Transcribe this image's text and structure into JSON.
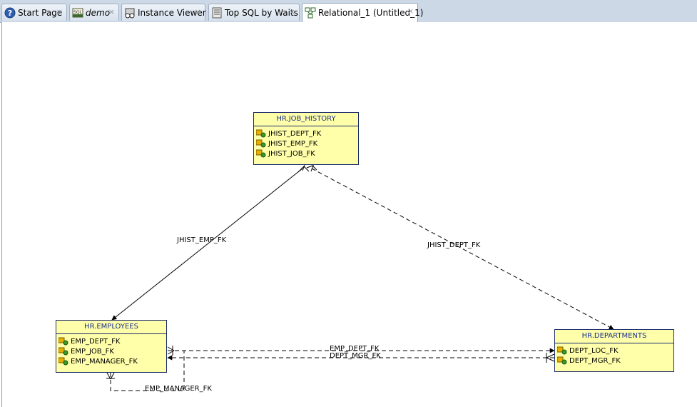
{
  "tabs": [
    {
      "label": "Start Page",
      "icon": "help-icon",
      "italic": false,
      "active": false
    },
    {
      "label": "demo",
      "icon": "sql-worksheet-icon",
      "italic": true,
      "active": false
    },
    {
      "label": "Instance Viewer",
      "icon": "instance-viewer-icon",
      "italic": false,
      "active": false
    },
    {
      "label": "Top SQL by Waits",
      "icon": "report-icon",
      "italic": false,
      "active": false
    },
    {
      "label": "Relational_1 (Untitled_1)",
      "icon": "relational-model-icon",
      "italic": false,
      "active": true
    }
  ],
  "tab_close_glyph": "×",
  "entities": {
    "job_history": {
      "title": "HR.JOB_HISTORY",
      "fks": [
        "JHIST_DEPT_FK",
        "JHIST_EMP_FK",
        "JHIST_JOB_FK"
      ]
    },
    "employees": {
      "title": "HR.EMPLOYEES",
      "fks": [
        "EMP_DEPT_FK",
        "EMP_JOB_FK",
        "EMP_MANAGER_FK"
      ]
    },
    "departments": {
      "title": "HR.DEPARTMENTS",
      "fks": [
        "DEPT_LOC_FK",
        "DEPT_MGR_FK"
      ]
    }
  },
  "relationships": {
    "jhist_emp": "JHIST_EMP_FK",
    "jhist_dept": "JHIST_DEPT_FK",
    "emp_dept": "EMP_DEPT_FK",
    "dept_mgr": "DEPT_MGR_FK",
    "emp_manager": "EMP_MANAGER_FK"
  },
  "colors": {
    "entity_fill": "#ffffaa",
    "entity_border": "#1a2a6a",
    "entity_title": "#1a2f8a",
    "tabbar_bg": "#ccd8e6"
  }
}
